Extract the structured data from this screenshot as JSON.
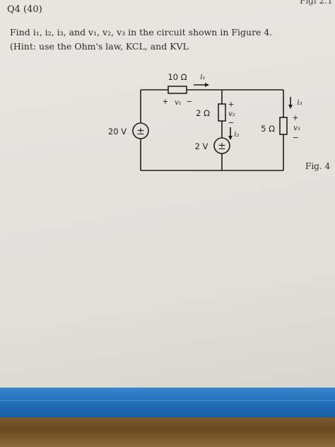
{
  "header": {
    "corner_text": "Figi 2.1",
    "question": "Q4 (40)"
  },
  "problem": {
    "prompt": "Find i₁, i₂, i₃, and v₁, v₂, v₃ in the circuit shown in Figure 4.",
    "hint": "(Hint: use the Ohm's law, KCL, and KVL"
  },
  "circuit": {
    "r1_label": "10 Ω",
    "r2_label": "2 Ω",
    "r3_label": "5 Ω",
    "src1_label": "20 V",
    "src2_label": "2 V",
    "i1": "i₁",
    "i2": "i₂",
    "i3": "i₃",
    "v1": "v₁",
    "v2": "v₂",
    "v3": "v₃",
    "plus": "+",
    "minus": "−",
    "src_symbol": "±"
  },
  "figure_label": "Fig. 4"
}
